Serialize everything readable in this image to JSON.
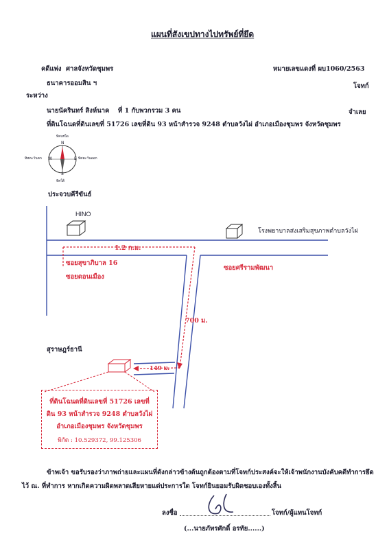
{
  "title": "แผนที่สังเขปทางไปทรัพย์ที่ยึด",
  "header": {
    "case_type": "คดีแพ่ง",
    "court": "ศาลจังหวัดชุมพร",
    "case_no": "หมายเลขแดงที่ ผบ1060/2563",
    "plaintiff_name": "ธนาคารออมสิน ฯ",
    "plaintiff_role": "โจทก์",
    "between": "ระหว่าง",
    "defendant_name": "นายนัครินทร์ สิงห์นาค",
    "defendant_detail": "ที่ 1 กับพวกรวม 3 คน",
    "defendant_role": "จำเลย",
    "property": "ที่ดินโฉนดที่ดินเลขที่ 51726 เลขที่ดิน 93 หน้าสำรวจ 9248 ตำบลวังไผ่ อำเภอเมืองชุมพร จังหวัดชุมพร"
  },
  "compass": {
    "north": "ทิศเหนือ",
    "south": "ทิศใต้",
    "west": "ทิศตะวันตก",
    "east": "ทิศตะวันออก",
    "n": "N",
    "s": "S",
    "w": "W",
    "e": "E"
  },
  "map": {
    "top_direction": "ประจวบคีรีขันธ์",
    "bottom_direction": "สุราษฎร์ธานี",
    "landmark_hino": "HINO",
    "landmark_hospital": "โรงพยาบาลส่งเสริมสุขภาพตำบลวังไผ่",
    "distance_1": "1.2 ก.ม.",
    "distance_2": "700 ม.",
    "distance_3": "149 ม.",
    "road_1": "ซอยสุขาภิบาล 16",
    "road_2": "ซอยดอนเมือง",
    "road_3": "ซอยศรีรามพัฒนา",
    "property_line1": "ที่ดินโฉนดที่ดินเลขที่ 51726 เลขที่",
    "property_line2": "ดิน 93 หน้าสำรวจ 9248 ตำบลวังไผ่",
    "property_line3": "อำเภอเมืองชุมพร จังหวัดชุมพร",
    "property_coords": "พิกัด : 10.529372, 99.125306"
  },
  "certification": {
    "line1": "ข้าพเจ้า ขอรับรองว่าภาพถ่ายและแผนที่ดังกล่าวข้างต้นถูกต้องตามที่โจทก์ประสงค์จะให้เจ้าพนักงานบังคับคดีทำการยึด",
    "line2": "ไว้ ณ. ที่ทำการ หากเกิดความผิดพลาดเสียหายแต่ประการใด โจทก์ยินยอมรับผิดชอบเองทั้งสิ้น",
    "sign_label": "ลงชื่อ",
    "sign_role": "โจทก์/ผู้แทนโจทก์",
    "signer_name": "(...นายภัทรศักดิ์ อรทัย......)"
  },
  "colors": {
    "red": "#d8293a",
    "blue": "#3a4fa8",
    "ink": "#1a1a2a"
  }
}
